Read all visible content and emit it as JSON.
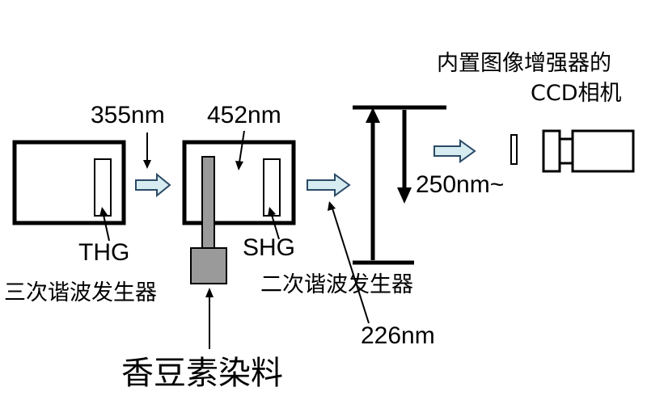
{
  "labels": {
    "wavelength_355": "355nm",
    "wavelength_452": "452nm",
    "wavelength_250": "250nm~",
    "wavelength_226": "226nm",
    "thg": "THG",
    "shg": "SHG",
    "third_harmonic_generator": "三次谐波发生器",
    "second_harmonic_generator": "二次谐波发生器",
    "coumarin_dye": "香豆素染料",
    "camera_line1": "内置图像增强器的",
    "camera_line2": "CCD相机"
  },
  "colors": {
    "line": "#000000",
    "beam_arrow_fill": "#d6ecf1",
    "beam_arrow_stroke": "#2b4a66",
    "dye_fill": "#9a9a9a"
  }
}
